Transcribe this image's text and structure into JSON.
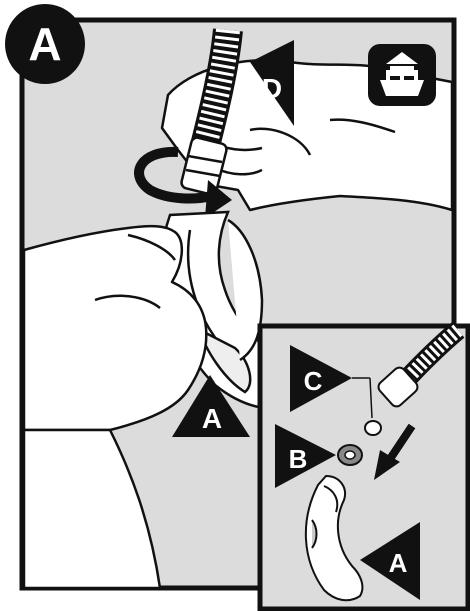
{
  "step": {
    "label": "A"
  },
  "callouts": {
    "main_part": "A",
    "hose_end": "D",
    "inset_small_ring": "C",
    "inset_large_ring": "B",
    "inset_part": "A"
  },
  "icons": {
    "corner_badge": "pool-cleaner-float-icon",
    "rotation": "rotate-arrow-icon",
    "insert": "insert-arrow-icon"
  },
  "colors": {
    "panel_bg": "#dcdcdc",
    "line": "#111111",
    "fill_white": "#ffffff",
    "badge_black": "#111111"
  }
}
